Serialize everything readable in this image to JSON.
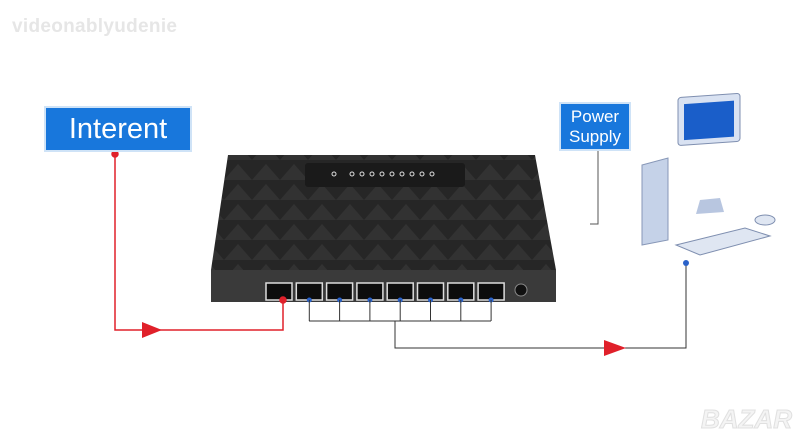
{
  "watermark": "videonablyudenie",
  "labels": {
    "internet": "Interent",
    "power_supply": "Power Supply"
  },
  "logo": "BAZAR",
  "colors": {
    "label_bg": "#1877dc",
    "internet_line": "#e0202a",
    "lan_line": "#2a62c9",
    "switch_body": "#2b2b2b"
  },
  "switch": {
    "port_count": 8
  }
}
